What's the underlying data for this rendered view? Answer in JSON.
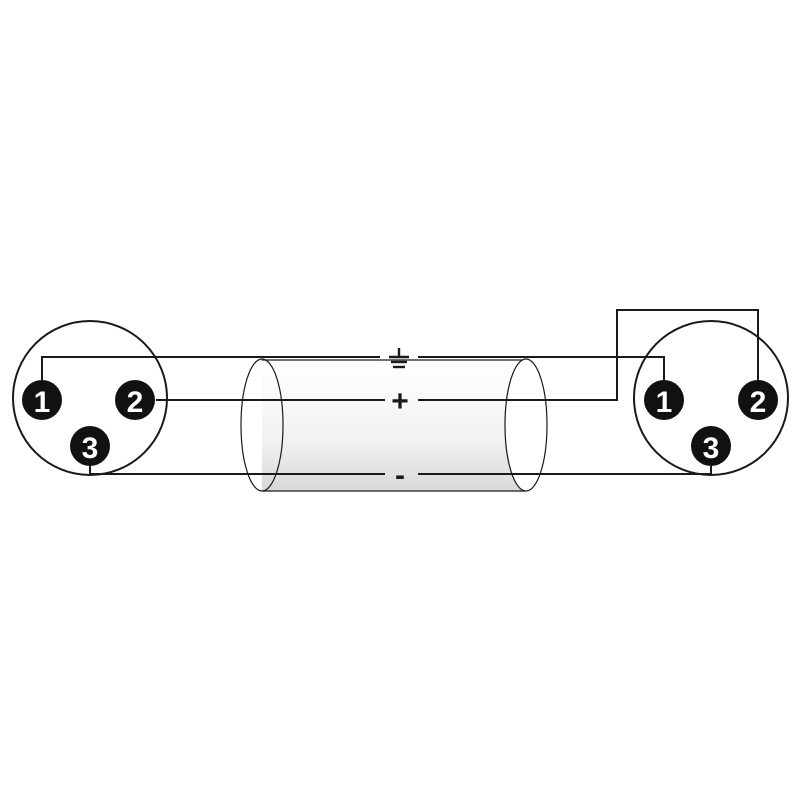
{
  "left_connector": {
    "pins": [
      {
        "number": "1"
      },
      {
        "number": "2"
      },
      {
        "number": "3"
      }
    ]
  },
  "right_connector": {
    "pins": [
      {
        "number": "1"
      },
      {
        "number": "2"
      },
      {
        "number": "3"
      }
    ]
  },
  "cable": {
    "symbols": {
      "ground_icon": "ground-symbol",
      "plus": "+",
      "minus": "-"
    }
  },
  "colors": {
    "line": "#1a1a1a",
    "pin_fill": "#111111",
    "pin_text": "#ffffff",
    "shield_gradient_top": "#ffffff",
    "shield_gradient_bottom": "#dcdcdc"
  }
}
